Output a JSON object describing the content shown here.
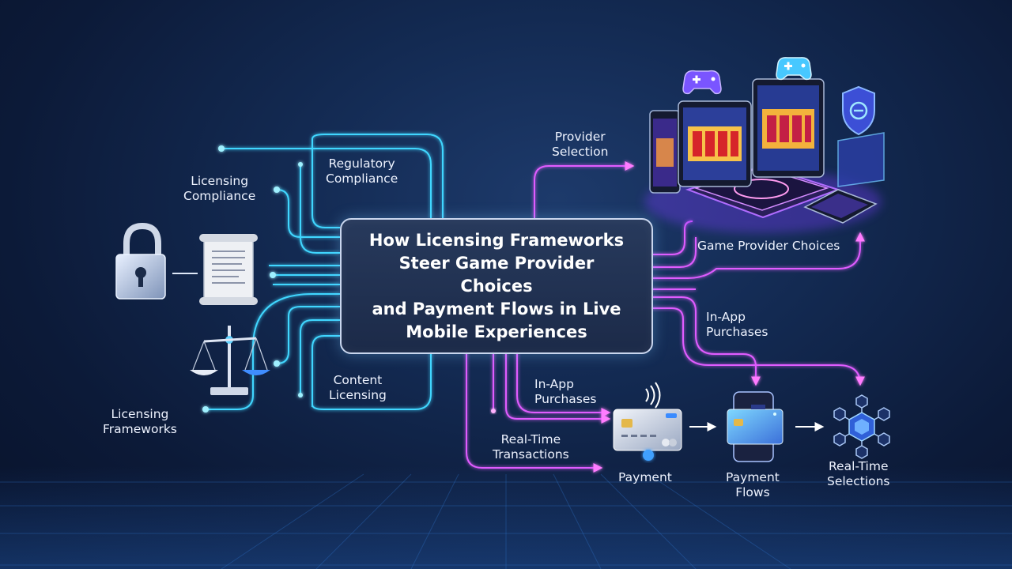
{
  "title": "How Licensing Frameworks\nSteer Game Provider Choices\nand Payment Flows in Live\nMobile Experiences",
  "labels": {
    "licensing_compliance": "Licensing\nCompliance",
    "regulatory_compliance": "Regulatory\nCompliance",
    "content_licensing": "Content\nLicensing",
    "licensing_frameworks": "Licensing\nFrameworks",
    "provider_selection": "Provider\nSelection",
    "game_provider_choices": "Game Provider Choices",
    "in_app_purchases_right": "In-App\nPurchases",
    "in_app_purchases_bottom": "In-App\nPurchases",
    "real_time_transactions": "Real-Time\nTransactions",
    "payment": "Payment",
    "payment_flows": "Payment\nFlows",
    "real_time_selections": "Real-Time\nSelections"
  },
  "icons": {
    "left": [
      "padlock-icon",
      "contract-scroll-icon",
      "balance-scale-icon"
    ],
    "top_right": [
      "gaming-devices-illustration",
      "gamepad-icon",
      "shield-icon"
    ],
    "bottom_right": [
      "credit-card-icon",
      "smartphone-payment-icon",
      "network-hexagon-icon"
    ]
  },
  "colors": {
    "background": "#0c1a38",
    "cyan_line": "#3fd6ff",
    "magenta_line": "#e05cff",
    "title_border": "#c9d6ee"
  }
}
